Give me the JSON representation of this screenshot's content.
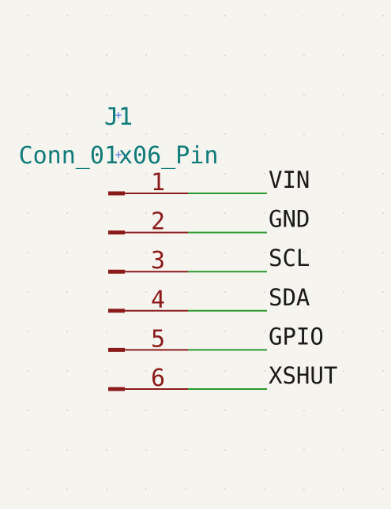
{
  "schematic": {
    "reference": "J1",
    "value": "Conn_01x06_Pin",
    "colors": {
      "background": "#f5f4ef",
      "grid_dot": "#c8c8c0",
      "pin_body": "#8b1a1a",
      "pin_number": "#8b1a1a",
      "wire": "#2a9a2a",
      "label": "#1a1a1a",
      "field_text": "#0f7a7a",
      "anchor": "#2a5bd7"
    },
    "pins": [
      {
        "number": "1",
        "net_label": "VIN"
      },
      {
        "number": "2",
        "net_label": "GND"
      },
      {
        "number": "3",
        "net_label": "SCL"
      },
      {
        "number": "4",
        "net_label": "SDA"
      },
      {
        "number": "5",
        "net_label": "GPIO"
      },
      {
        "number": "6",
        "net_label": "XSHUT"
      }
    ]
  }
}
